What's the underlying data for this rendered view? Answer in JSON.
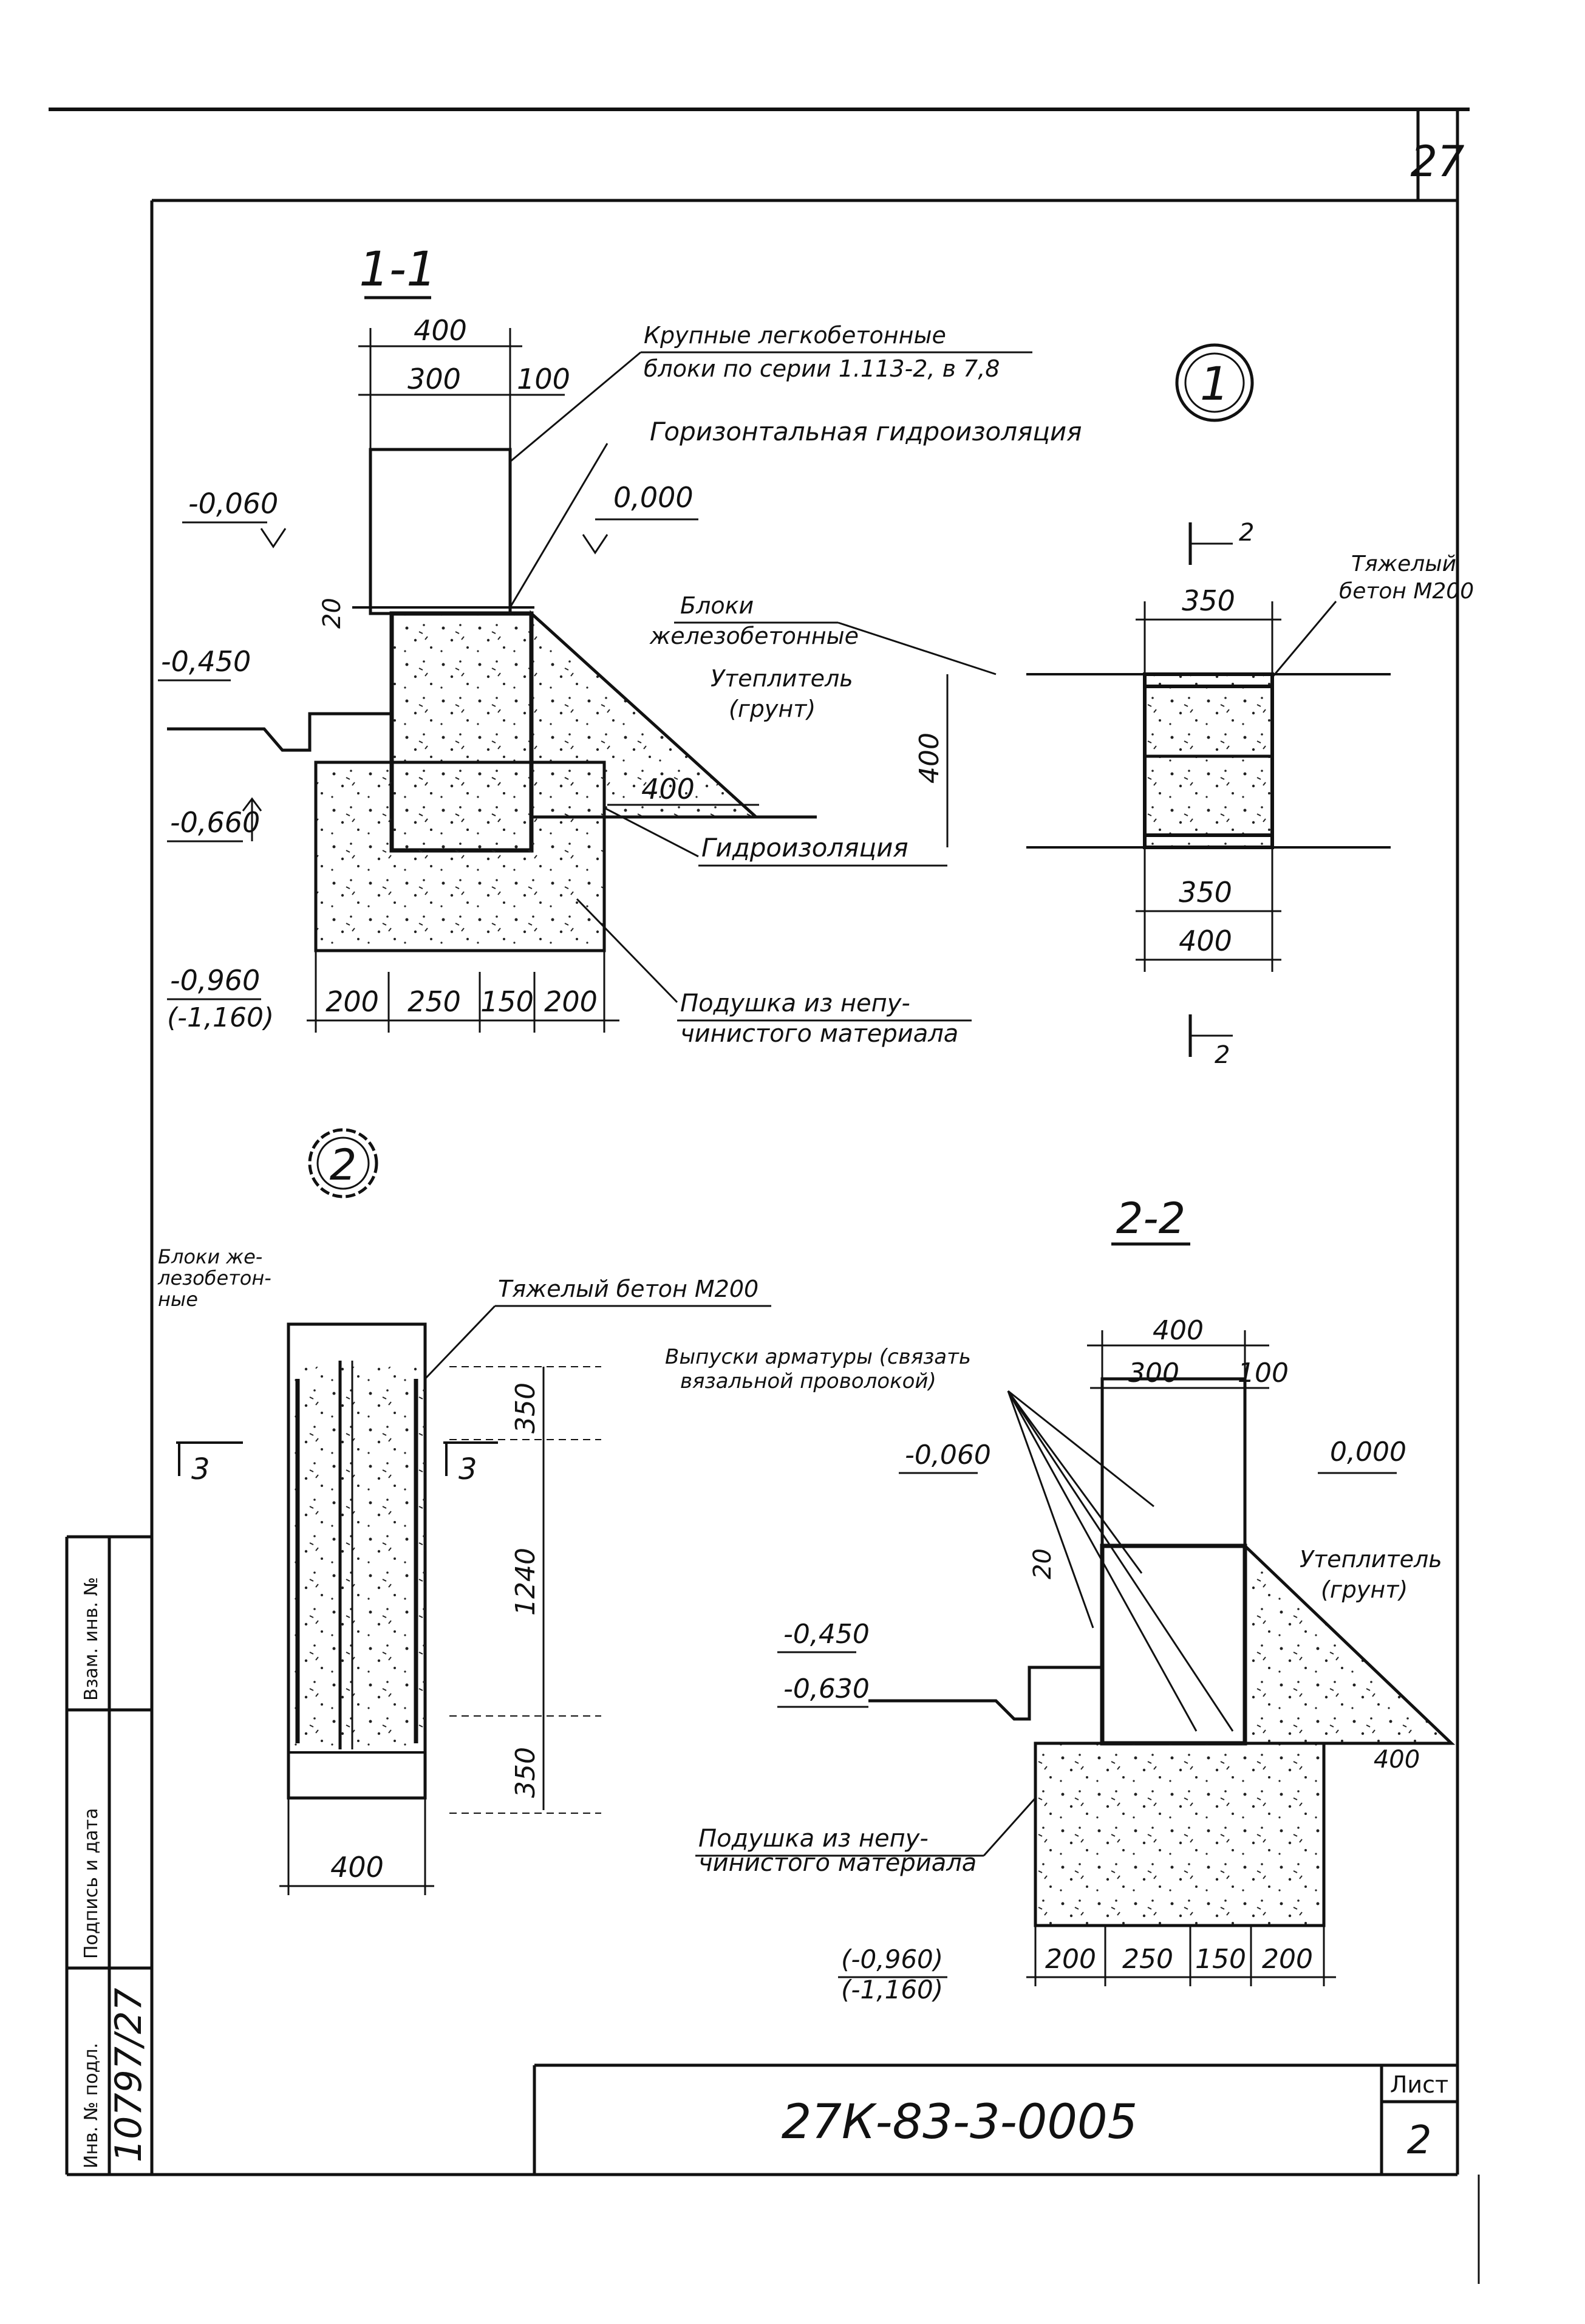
{
  "sheet": {
    "corner_number": "27",
    "drawing_code": "27К-83-3-0005",
    "sheet_label": "Лист",
    "sheet_number": "2",
    "archive_number": "10797/27",
    "side_labels": [
      "Инв. № подл.",
      "Подпись и дата",
      "Взам. инв. №"
    ]
  },
  "section_1_1": {
    "title": "1-1",
    "dims": {
      "wall_total": "400",
      "wall_left": "300",
      "wall_right": "100",
      "joint": "20",
      "ledge": "400",
      "base_1": "200",
      "base_2": "250",
      "base_3": "150",
      "base_4": "200"
    },
    "levels": {
      "top": "-0,060",
      "floor": "0,000",
      "ground": "-0,450",
      "block_bottom": "-0,660",
      "base_bottom": "-0,960",
      "base_bottom_alt": "(-1,160)"
    },
    "notes": {
      "wall_blocks_1": "Крупные легкобетонные",
      "wall_blocks_2": "блоки по серии 1.113-2, в 7,8",
      "waterproof_h": "Горизонтальная гидроизоляция",
      "rc_blocks_1": "Блоки",
      "rc_blocks_2": "железобетонные",
      "insul_1": "Утеплитель",
      "insul_2": "(грунт)",
      "waterproof": "Гидроизоляция",
      "cushion_1": "Подушка из непу-",
      "cushion_2": "чинистого материала"
    }
  },
  "detail_1": {
    "marker": "1",
    "dims": {
      "top": "350",
      "height": "400",
      "inner": "350",
      "bottom": "400"
    },
    "cut_label": "2",
    "concrete_1": "Тяжелый",
    "concrete_2": "бетон М200"
  },
  "detail_2": {
    "marker": "2",
    "blocks_1": "Блоки же-",
    "blocks_2": "лезобетон-",
    "blocks_3": "ные",
    "concrete": "Тяжелый бетон М200",
    "dims": {
      "top": "350",
      "middle": "1240",
      "bottom": "350",
      "width": "400"
    },
    "cut_label": "3"
  },
  "section_2_2": {
    "title": "2-2",
    "rebar_1": "Выпуски арматуры (связать",
    "rebar_2": "вязальной проволокой)",
    "dims": {
      "wall_total": "400",
      "wall_left": "300",
      "wall_right": "100",
      "joint": "20",
      "ledge": "400",
      "base_1": "200",
      "base_2": "250",
      "base_3": "150",
      "base_4": "200"
    },
    "levels": {
      "top": "-0,060",
      "floor": "0,000",
      "ground": "-0,450",
      "block_bottom": "-0,630",
      "base_bottom": "(-0,960)",
      "base_bottom_alt": "(-1,160)"
    },
    "insul_1": "Утеплитель",
    "insul_2": "(грунт)",
    "cushion_1": "Подушка из непу-",
    "cushion_2": "чинистого материала"
  }
}
